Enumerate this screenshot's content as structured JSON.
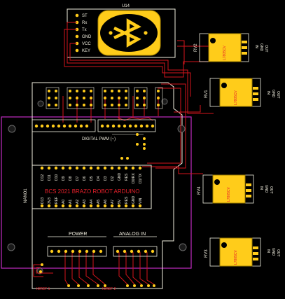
{
  "bluetooth_module": {
    "ref": "U14",
    "pins": [
      "ST",
      "Rx",
      "Tx",
      "GND",
      "VCC",
      "KEY"
    ]
  },
  "regulators": [
    {
      "ref": "RV2",
      "part": "L7805CV",
      "pins": [
        "IN",
        "GND",
        "OUT"
      ]
    },
    {
      "ref": "RV1",
      "part": "L7805CV",
      "pins": [
        "IN",
        "GND",
        "OUT"
      ]
    },
    {
      "ref": "RV4",
      "part": "L7805CV",
      "pins": [
        "IN",
        "GND",
        "OUT"
      ]
    },
    {
      "ref": "RV3",
      "part": "L7805CV",
      "pins": [
        "IN",
        "GND",
        "OUT"
      ]
    }
  ],
  "shield": {
    "nano_ref": "NANO1",
    "digital_label": "DIGITAL PWM (~)",
    "power_label": "POWER",
    "analog_label": "ANALOG IN",
    "board_title": "BCS 2021 BRAZO ROBOT ARDUINO",
    "top_pins": [
      "D12",
      "D11",
      "D10",
      "D9",
      "D8",
      "D7",
      "D6",
      "D5",
      "D4",
      "D3",
      "D2",
      "GND",
      "RES",
      "D0/RX",
      "D1/TX"
    ],
    "bottom_pins": [
      "D13",
      "3V3",
      "REF",
      "A0",
      "A1",
      "A2",
      "A3",
      "A4",
      "A5",
      "A6",
      "A7",
      "5V",
      "RES",
      "GND",
      "VIN"
    ],
    "bottom_header_labels": [
      "IOREF 1",
      "IOREF 2"
    ]
  }
}
